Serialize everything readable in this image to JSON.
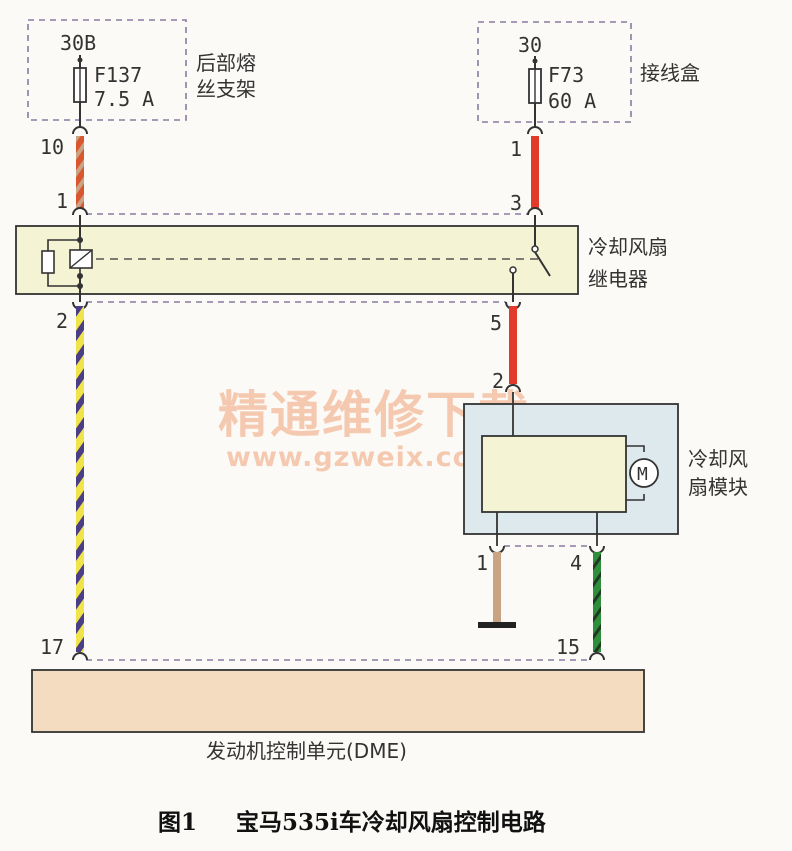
{
  "colors": {
    "box_fill": "#f4f3d3",
    "module_fill": "#dde9ec",
    "red_wire": "#e23a2b",
    "brown_wire": "#c9a484",
    "yellow_wire": "#f1e44a",
    "purple_stripe": "#4a3f86",
    "green_wire": "#2e8e3a",
    "dashed": "#8a7aa0",
    "watermark": "#f4b999"
  },
  "fuse_left": {
    "terminal": "30B",
    "fuse_id": "F137",
    "rating": "7.5 A",
    "location_line1": "后部熔",
    "location_line2": "丝支架",
    "pin_out": "10"
  },
  "fuse_right": {
    "terminal": "30",
    "fuse_id": "F73",
    "rating": "60 A",
    "location": "接线盒",
    "pin_out": "1"
  },
  "relay": {
    "name_line1": "冷却风扇",
    "name_line2": "继电器",
    "pins": {
      "coil_in": "1",
      "switch_in": "3",
      "coil_out": "2",
      "switch_out": "5"
    }
  },
  "fan_module": {
    "name_line1": "冷却风",
    "name_line2": "扇模块",
    "motor_symbol": "M",
    "pins": {
      "power": "2",
      "ground": "1",
      "signal": "4"
    }
  },
  "dme": {
    "label": "发动机控制单元(DME)",
    "pins": {
      "relay_ctrl": "17",
      "fan_signal": "15"
    }
  },
  "watermark": {
    "title": "精通维修下载",
    "url": "www.gzweix.com"
  },
  "caption": {
    "figure": "图1",
    "title": "宝马535i车冷却风扇控制电路"
  }
}
